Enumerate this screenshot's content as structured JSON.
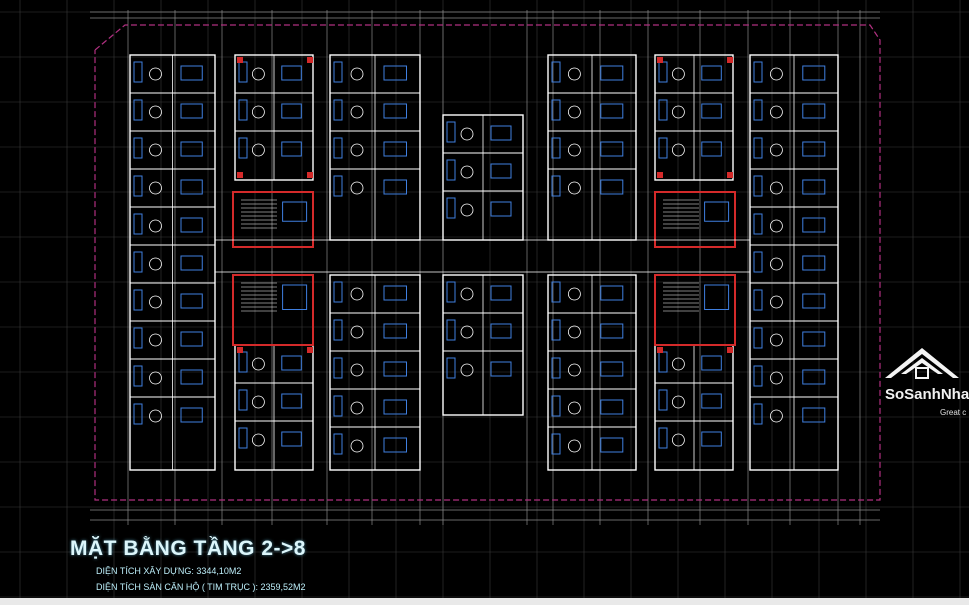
{
  "drawing": {
    "title": "MẶT BẰNG TẦNG 2->8",
    "line1": "DIỆN TÍCH XÂY DỰNG: 3344,10M2",
    "line2": "DIỆN TÍCH SÀN CĂN HỘ ( TIM TRỤC ): 2359,52M2"
  },
  "watermark": {
    "brand": "SoSanhNha",
    "tagline": "Great c",
    "icon": "house-logo-icon"
  },
  "colors": {
    "background": "#000000",
    "grid": "#3a3a3a",
    "walls": "#ffffff",
    "structure": "#d42a2a",
    "fixtures": "#3f7fe0",
    "boundary": "#b03080",
    "text": "#dcf6fb"
  }
}
